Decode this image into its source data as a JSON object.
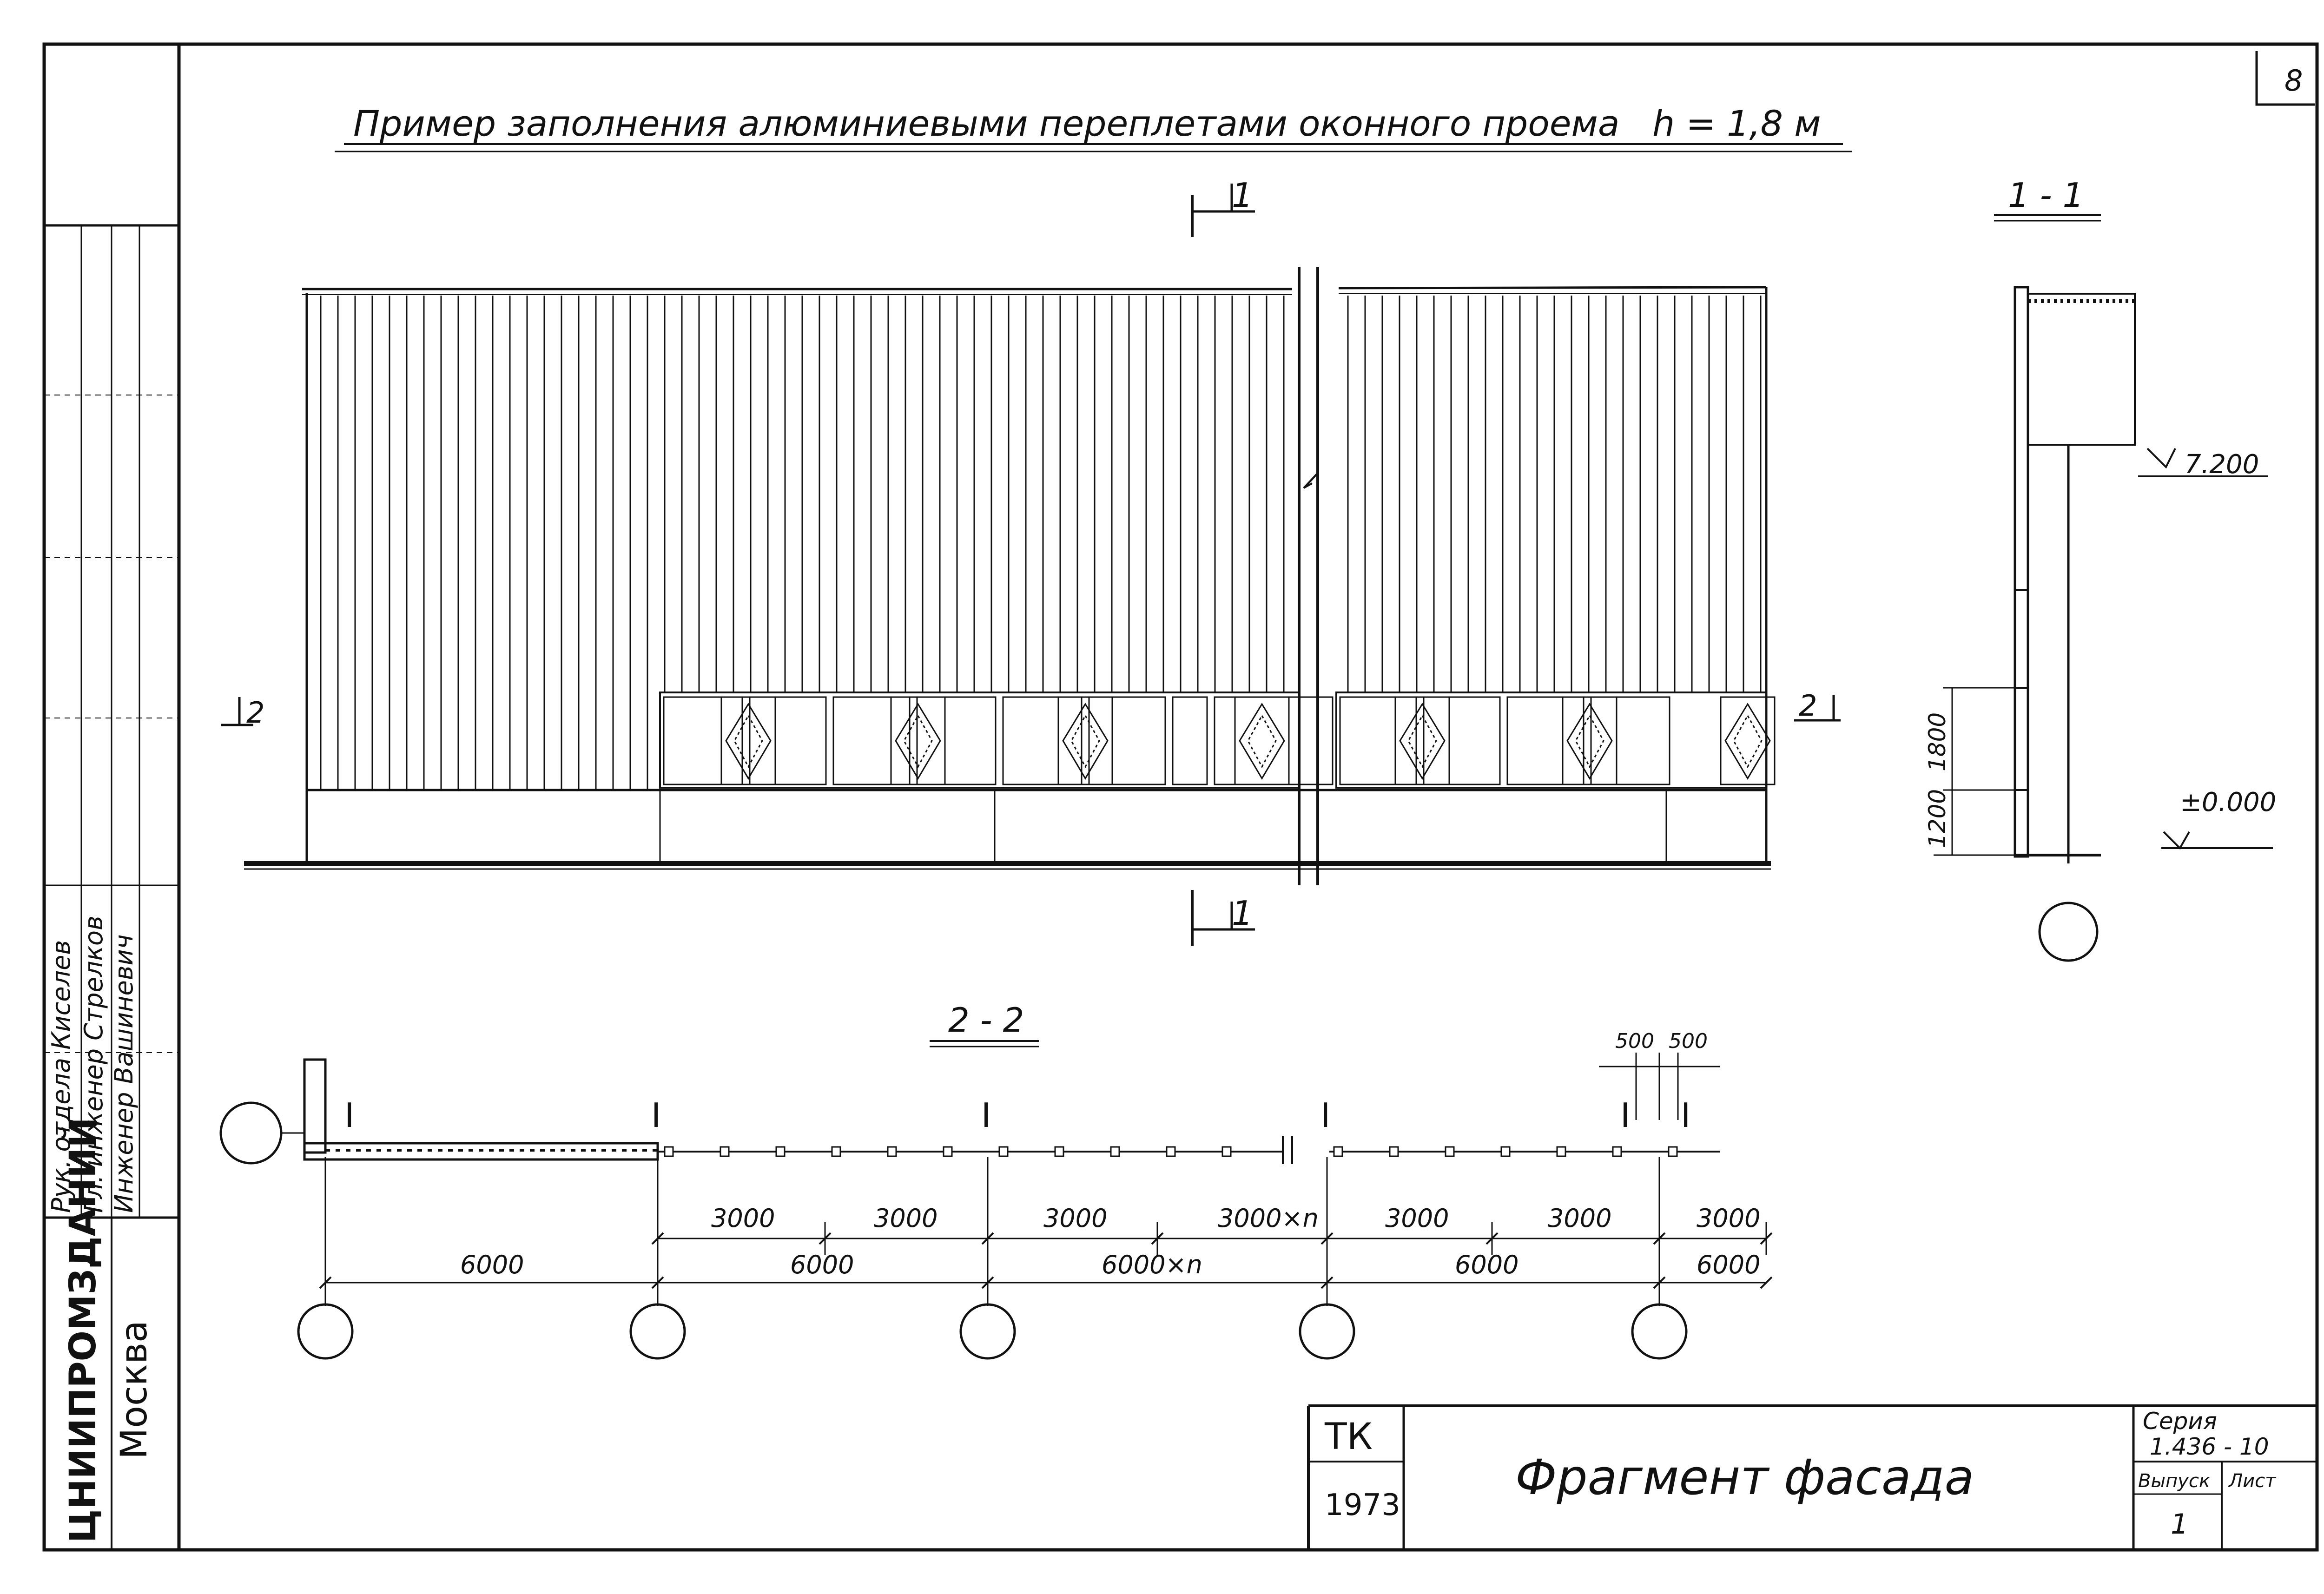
{
  "sheet_number": "8",
  "title": "Пример заполнения алюминиевыми переплетами оконного проема",
  "title_height": "h = 1,8 м",
  "section_cut_label": "1",
  "section_1_1": {
    "title": "1 - 1",
    "dim_upper": "1800",
    "dim_lower": "1200",
    "level_top": "7.200",
    "level_zero": "±0.000"
  },
  "section_2_2_markers": {
    "left": "2",
    "right": "2"
  },
  "plan_2_2": {
    "title": "2 - 2",
    "top_dims": [
      "500",
      "500"
    ],
    "column_marks": [
      "I",
      "I",
      "I",
      "I",
      "I",
      "I"
    ],
    "row1": [
      "3000",
      "3000",
      "3000",
      "3000×n",
      "3000",
      "3000",
      "3000"
    ],
    "row2": [
      "6000",
      "6000",
      "6000×n",
      "6000",
      "6000"
    ]
  },
  "side_stamp": {
    "rows": [
      "Рук. отдела Киселев",
      "Гл. инженер Стрелков",
      "Инженер Вашиневич"
    ],
    "org": "ЦНИИПРОМЗДАНИЙ",
    "city": "Москва"
  },
  "title_block": {
    "code": "ТК",
    "year": "1973",
    "name": "Фрагмент фасада",
    "series_label": "Серия",
    "series_value": "1.436 - 10",
    "issue_label": "Выпуск",
    "issue_value": "1",
    "sheet_label": "Лист"
  }
}
